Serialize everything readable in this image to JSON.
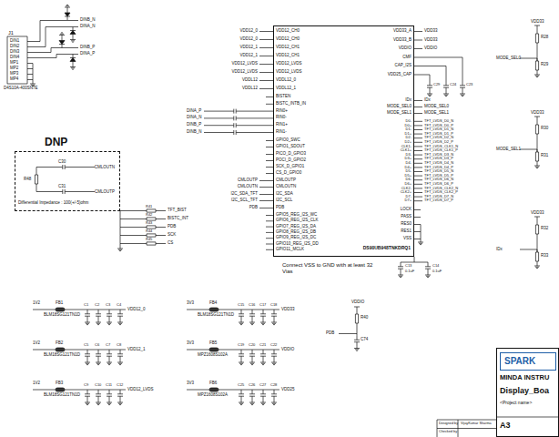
{
  "diagram": {
    "nodes": [
      {
        "text": [
          "DNP",
          "Differential Impedance : 100(+/-5)ohm"
        ]
      },
      {
        "text": [
          "DS90UB948TNKDRQ1"
        ]
      },
      {
        "text": [
          "MINDA INSTRU",
          "Display_Boa",
          "<Project name>",
          "A3"
        ]
      },
      {
        "text": [
          "SPARK"
        ],
        "in": 2
      }
    ],
    "labels": [
      "J1",
      "DIN1",
      "DIN2",
      "DIN3",
      "DIN4",
      "MP1",
      "MP2",
      "MP3",
      "MP4",
      "D4S10A-400SN7E",
      "DINB_N",
      "DINA_N",
      "DINB_P",
      "DINA_P",
      "C30",
      "R48",
      "C31",
      "CMLOUTN",
      "CMLOUTP",
      "VDD12_CH0",
      "VDD12_CH0",
      "VDD12_CH1",
      "VDD12_CH1",
      "VDD12_LVDS",
      "VDD12_LVDS",
      "VDDL12_0",
      "VDDL12_1",
      "BISTEN",
      "BISTC_INTB_IN",
      "RIN0+",
      "RIN0-",
      "RIN1+",
      "RIN1-",
      "GPIO0_SWC",
      "GPIO1_SDOUT",
      "PICO_D_GPIO3",
      "POCI_D_GPIO2",
      "SCK_D_GPIO1",
      "CS_D_GPIO0",
      "CMLOUTP",
      "CMLOUTN",
      "I2C_SDA",
      "I2C_SCL",
      "PDB",
      "GPIO5_REG_I2S_WC",
      "GPIO6_REG_I2S_CLK",
      "GPIO7_REG_I2S_DA",
      "GPIO8_REG_I2S_DB",
      "GPIO9_REG_I2S_DC",
      "GPIO10_REG_I2S_DD",
      "GPIO11_MCLK",
      "VDD12_0",
      "VDD12_0",
      "VDD12_1",
      "VDD12_1",
      "VDD12_LVDS",
      "VDD12_LVDS",
      "VDDL12",
      "VDDL12",
      "DINA_P",
      "DINA_N",
      "DINB_P",
      "DINB_N",
      "CMLOUTP",
      "CMLOUTN",
      "I2C_SDA_TFT",
      "I2C_SCL_TFT",
      "PDB",
      "R41",
      "R42",
      "R43",
      "R44",
      "R45",
      "TFT_BIST",
      "BISTC_INT",
      "PDB",
      "SCK",
      "CS",
      "1V2",
      "FB1",
      "BLM18SG121TN1D",
      "C1",
      "C2",
      "C3",
      "C4",
      "VDD12_0",
      "1V2",
      "FB2",
      "BLM18SG121TN1D",
      "C5",
      "C6",
      "C7",
      "C8",
      "VDD12_1",
      "1V2",
      "FB3",
      "BLM18SG121TN1D",
      "C9",
      "C10",
      "C11",
      "C12",
      "VDD12_LVDS",
      "3V3",
      "FB4",
      "BLM18SG121TN1D",
      "C15",
      "C16",
      "C17",
      "C18",
      "VDD33",
      "3V3",
      "FB5",
      "MPZ1608S102A",
      "C19",
      "C20",
      "C21",
      "C22",
      "VDDIO",
      "3V3",
      "FB6",
      "MPZ1608S102A",
      "C25",
      "C26",
      "C27",
      "C28",
      "VDD25",
      "VDD33_A",
      "VDD33_B",
      "VDDIO",
      "CMF",
      "CAP_I2S",
      "VDD25_CAP",
      "IDx",
      "MODE_SEL0",
      "MODE_SEL1",
      "D0-",
      "D0+",
      "D1-",
      "D1+",
      "D2-",
      "D2+",
      "CLK1-",
      "CLK1+",
      "D3-",
      "D3+",
      "D4-",
      "D4+",
      "D5-",
      "D5+",
      "D6-",
      "D6+",
      "CLK2-",
      "CLK2+",
      "D7-",
      "D7+",
      "LOCK",
      "PASS",
      "RES0",
      "RES1",
      "VSS",
      "VDD33",
      "VDD33",
      "VDDIO",
      "C29",
      "C24",
      "C23",
      "IDx",
      "MODE_SEL0",
      "MODE_SEL1",
      "TFT_LVDS_D0_N",
      "TFT_LVDS_D0_P",
      "TFT_LVDS_D1_N",
      "TFT_LVDS_D1_P",
      "TFT_LVDS_D2_N",
      "TFT_LVDS_D2_P",
      "TFT_LVDS_CLK1_N",
      "TFT_LVDS_CLK1_P",
      "TFT_LVDS_D3_N",
      "TFT_LVDS_D3_P",
      "TFT_LVDS_D4_N",
      "TFT_LVDS_D4_P",
      "TFT_LVDS_D5_N",
      "TFT_LVDS_D5_P",
      "TFT_LVDS_D6_N",
      "TFT_LVDS_D6_P",
      "TFT_LVDS_CLK2_N",
      "TFT_LVDS_CLK2_P",
      "TFT_LVDS_D7_N",
      "TFT_LVDS_D7_P",
      "Connect VSS to GND with at least 32 Vias",
      "C13",
      "C14",
      "0.1uF",
      "0.1uF",
      "VDDIO",
      "R40",
      "PDB",
      "C74",
      "VDD33",
      "R28",
      "R29",
      "MODE_SEL0",
      "VDD33",
      "R30",
      "R31",
      "MODE_SEL1",
      "VDD33",
      "R32",
      "R33",
      "IDx",
      "Designed by",
      "VijayKumar Sharma",
      "Checked by"
    ]
  }
}
